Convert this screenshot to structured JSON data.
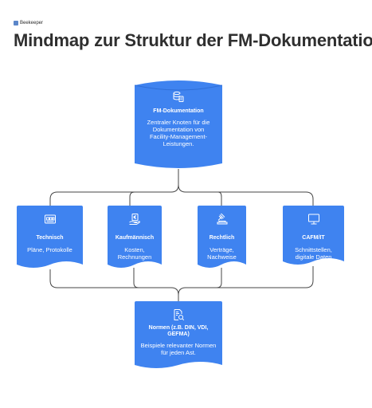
{
  "logo": {
    "text": "Beekeeper"
  },
  "title": "Mindmap zur Struktur der FM-Dokumentation",
  "colors": {
    "node": "#3f83f0",
    "line": "#444444",
    "icon": "#ffffff"
  },
  "root": {
    "name": "FM-Dokumentation",
    "description": "Zentraler Knoten für die Dokumentation von Facility-Management-Leistungen.",
    "icon": "database-document-icon"
  },
  "branches": [
    {
      "name": "Technisch",
      "description": "Pläne, Protokolle",
      "icon": "control-panel-icon"
    },
    {
      "name": "Kaufmännisch",
      "description": "Kosten, Rechnungen",
      "icon": "euro-hand-icon"
    },
    {
      "name": "Rechtlich",
      "description": "Verträge, Nachweise",
      "icon": "gavel-icon"
    },
    {
      "name": "CAFM/IT",
      "description": "Schnittstellen, digitale Daten",
      "icon": "monitor-icon"
    }
  ],
  "norms": {
    "name": "Normen (z.B. DIN, VDI, GEFMA)",
    "description": "Beispiele relevanter Normen für jeden Ast.",
    "icon": "document-search-icon"
  }
}
